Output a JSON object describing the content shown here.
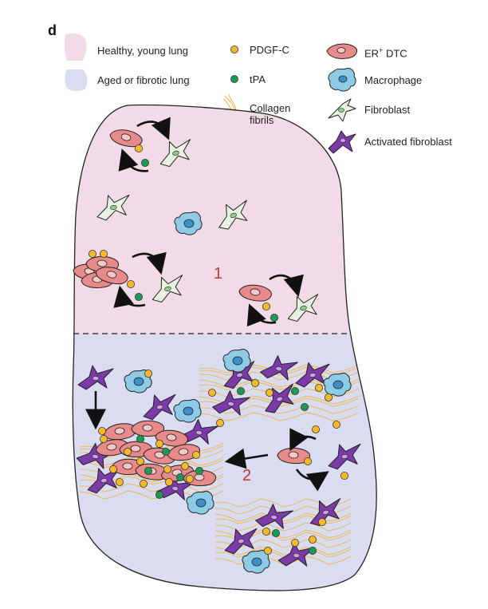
{
  "figure": {
    "panel_label": "d",
    "markers": {
      "one": "1",
      "two": "2"
    }
  },
  "legend": {
    "regions": [
      {
        "label": "Healthy, young lung",
        "color": "#f2dbe6"
      },
      {
        "label": "Aged or fibrotic lung",
        "color": "#dadcf1"
      }
    ],
    "molecules": [
      {
        "label": "PDGF-C",
        "color": "#f4b92c"
      },
      {
        "label": "tPA",
        "color": "#1c9a55"
      }
    ],
    "fibers": {
      "line1": "Collagen",
      "line2": "fibrils",
      "color": "#f0b43c"
    },
    "cells": [
      {
        "label_prefix": "ER",
        "label_sup": "+",
        "label_suffix": " DTC",
        "icon": "er-dtc-cell-icon",
        "color": "#e88a8a"
      },
      {
        "label": "Macrophage",
        "icon": "macrophage-icon",
        "color": "#8ecbe6"
      },
      {
        "label": "Fibroblast",
        "icon": "fibroblast-icon",
        "color": "#e8f3e4"
      },
      {
        "label": "Activated fibroblast",
        "icon": "activated-fibroblast-icon",
        "color": "#7b3aa8"
      }
    ]
  }
}
